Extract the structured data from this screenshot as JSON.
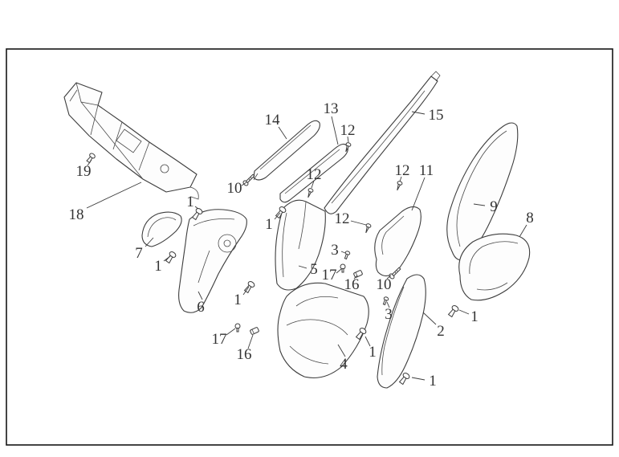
{
  "style": {
    "background": "#ffffff",
    "border_color": "#161616",
    "line_color": "#3d3d3d",
    "label_color": "#333333",
    "part_fill": "#fdfdfd"
  },
  "diagram": {
    "labels": [
      {
        "text": "14"
      },
      {
        "text": "13"
      },
      {
        "text": "12"
      },
      {
        "text": "15"
      },
      {
        "text": "12"
      },
      {
        "text": "10"
      },
      {
        "text": "12"
      },
      {
        "text": "11"
      },
      {
        "text": "19"
      },
      {
        "text": "18"
      },
      {
        "text": "1"
      },
      {
        "text": "1"
      },
      {
        "text": "12"
      },
      {
        "text": "9"
      },
      {
        "text": "8"
      },
      {
        "text": "7"
      },
      {
        "text": "1"
      },
      {
        "text": "3"
      },
      {
        "text": "17"
      },
      {
        "text": "5"
      },
      {
        "text": "16"
      },
      {
        "text": "10"
      },
      {
        "text": "6"
      },
      {
        "text": "1"
      },
      {
        "text": "3"
      },
      {
        "text": "2"
      },
      {
        "text": "1"
      },
      {
        "text": "17"
      },
      {
        "text": "16"
      },
      {
        "text": "4"
      },
      {
        "text": "1"
      },
      {
        "text": "1"
      }
    ]
  }
}
